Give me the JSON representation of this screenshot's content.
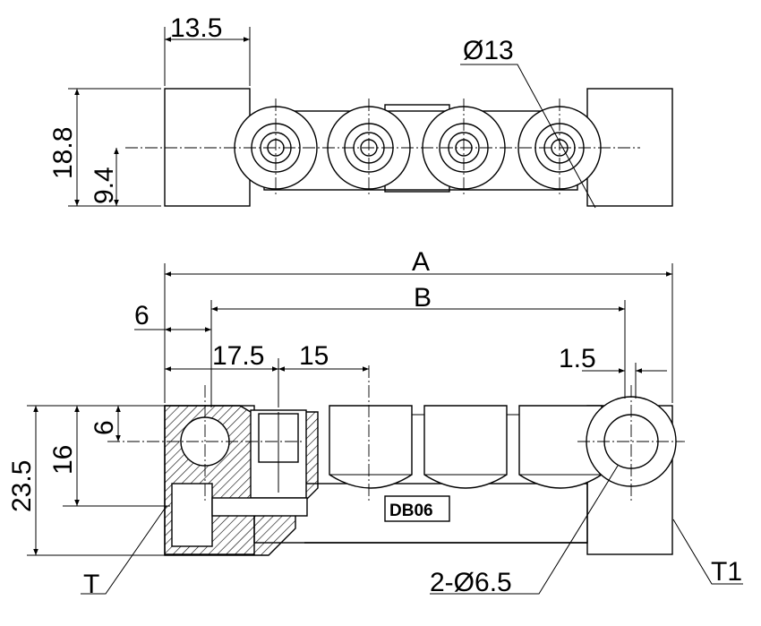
{
  "drawing": {
    "top_view": {
      "width_dim": "13.5",
      "port_dia": "Ø13",
      "height_dim": "18.8",
      "center_dim": "9.4"
    },
    "front_view": {
      "overall_length": "A",
      "bolt_spacing": "B",
      "edge_to_bolt": "6",
      "first_station": "17.5",
      "station_pitch": "15",
      "bolt_edge": "1.5",
      "port_height": "6",
      "mid_height": "16",
      "total_height": "23.5",
      "model_tag": "DB06",
      "tank_port": "T",
      "tank_port_end": "T1",
      "mount_holes": "2-Ø6.5"
    }
  }
}
